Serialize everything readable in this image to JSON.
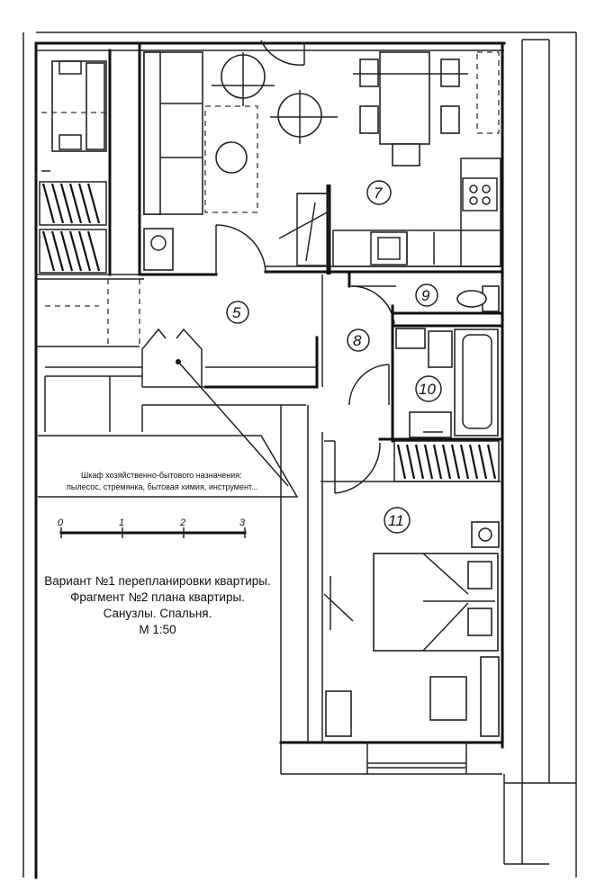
{
  "rooms": {
    "r5": "5",
    "r7": "7",
    "r8": "8",
    "r9": "9",
    "r10": "10",
    "r11": "11"
  },
  "note": {
    "line1": "Шкаф хозяйственно-бытового назначения:",
    "line2": "пылесос, стремянка, бытовая химия, инструмент..."
  },
  "scale_bar": {
    "labels": [
      "0",
      "1",
      "2",
      "3"
    ]
  },
  "caption": {
    "line1": "Вариант №1 перепланировки квартиры.",
    "line2": "Фрагмент №2 плана квартиры.",
    "line3": "Санузлы. Спальня.",
    "line4": "М 1:50"
  }
}
